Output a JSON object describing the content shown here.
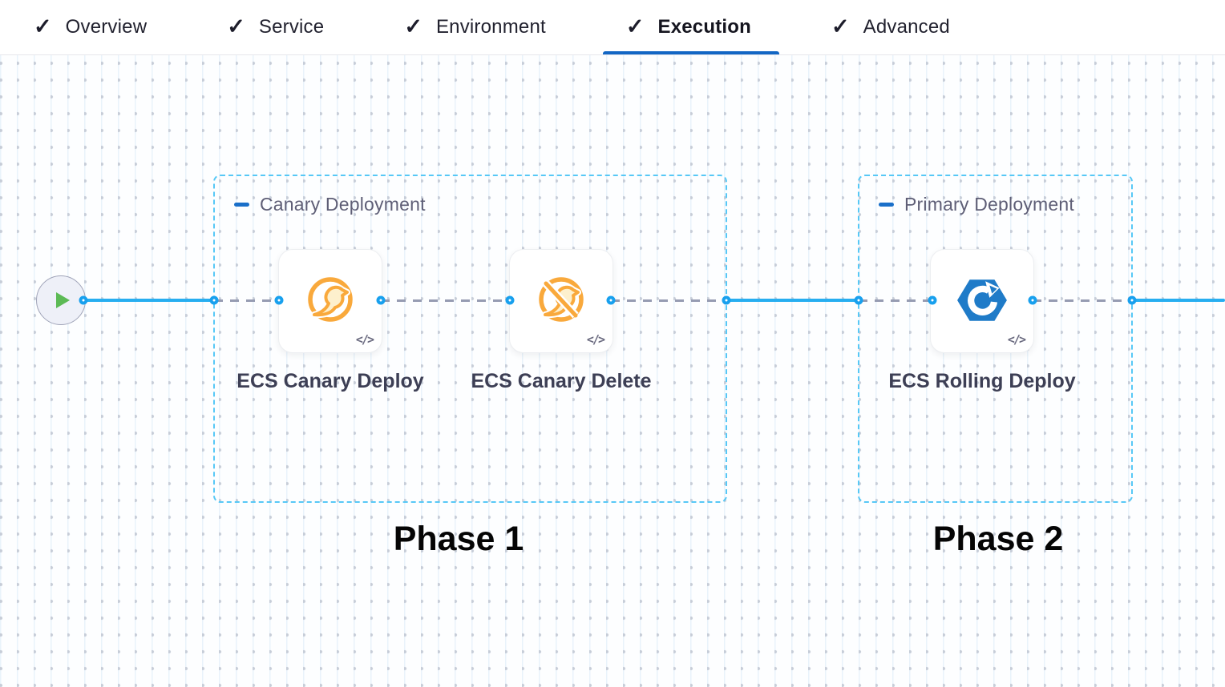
{
  "header": {
    "tabs": [
      {
        "label": "Overview",
        "active": false
      },
      {
        "label": "Service",
        "active": false
      },
      {
        "label": "Environment",
        "active": false
      },
      {
        "label": "Execution",
        "active": true
      },
      {
        "label": "Advanced",
        "active": false
      }
    ]
  },
  "icons": {
    "check": "✓",
    "code": "</>"
  },
  "canvas": {
    "groups": [
      {
        "title": "Canary Deployment",
        "phase_label": "Phase 1",
        "steps": [
          {
            "name": "ECS Canary Deploy",
            "icon": "ecs-canary-deploy-icon"
          },
          {
            "name": "ECS Canary Delete",
            "icon": "ecs-canary-delete-icon"
          }
        ]
      },
      {
        "title": "Primary Deployment",
        "phase_label": "Phase 2",
        "steps": [
          {
            "name": "ECS Rolling Deploy",
            "icon": "ecs-rolling-deploy-icon"
          }
        ]
      }
    ]
  },
  "colors": {
    "accent_blue": "#1266c4",
    "connector_blue": "#27aef0",
    "group_border_blue": "#57c8f6",
    "canary_orange": "#f9a93c",
    "ecs_blue": "#1f7bc8",
    "play_green": "#5cba55",
    "step_label": "#3d3f55",
    "group_title": "#5e5e76"
  }
}
